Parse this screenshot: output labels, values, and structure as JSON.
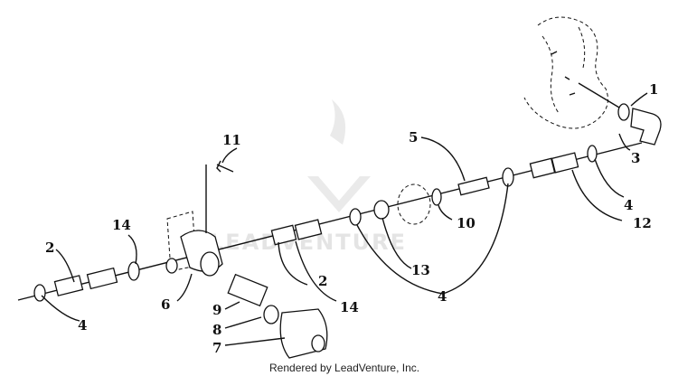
{
  "callouts": [
    {
      "id": "c1",
      "text": "1"
    },
    {
      "id": "c2a",
      "text": "2"
    },
    {
      "id": "c2b",
      "text": "2"
    },
    {
      "id": "c3",
      "text": "3"
    },
    {
      "id": "c4a",
      "text": "4"
    },
    {
      "id": "c4b",
      "text": "4"
    },
    {
      "id": "c4c",
      "text": "4"
    },
    {
      "id": "c5",
      "text": "5"
    },
    {
      "id": "c6",
      "text": "6"
    },
    {
      "id": "c7",
      "text": "7"
    },
    {
      "id": "c8",
      "text": "8"
    },
    {
      "id": "c9",
      "text": "9"
    },
    {
      "id": "c10",
      "text": "10"
    },
    {
      "id": "c11",
      "text": "11"
    },
    {
      "id": "c12",
      "text": "12"
    },
    {
      "id": "c13",
      "text": "13"
    },
    {
      "id": "c14a",
      "text": "14"
    },
    {
      "id": "c14b",
      "text": "14"
    }
  ],
  "watermark": "LEADVENTURE",
  "footer": "Rendered by LeadVenture, Inc."
}
